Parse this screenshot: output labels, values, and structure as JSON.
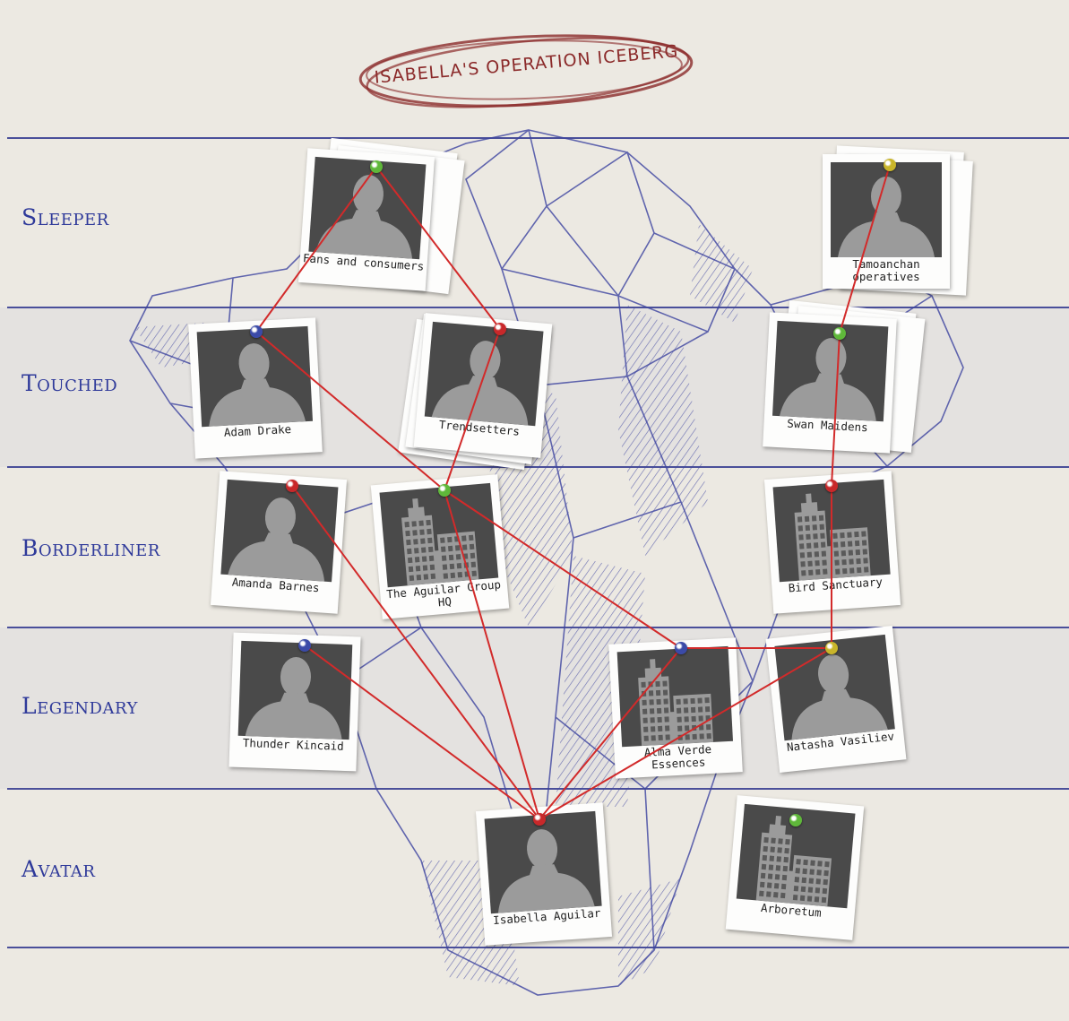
{
  "title": "ISABELLA'S OPERATION ICEBERG",
  "tiers": [
    {
      "label": "Sleeper"
    },
    {
      "label": "Touched"
    },
    {
      "label": "Borderliner"
    },
    {
      "label": "Legendary"
    },
    {
      "label": "Avatar"
    }
  ],
  "colors": {
    "ink_blue": "#2f3a9a",
    "rule_blue": "#4a4f9a",
    "string_red": "#d22a2a",
    "title_red": "#8b2a2a",
    "pin_green": "#5fb83a",
    "pin_red": "#c8282a",
    "pin_blue": "#3b4aa8",
    "pin_yellow": "#c9b52a"
  },
  "cards": [
    {
      "id": "fans",
      "caption": "Fans and consumers",
      "type": "person",
      "pin": "green",
      "tier": "Sleeper"
    },
    {
      "id": "tamoanchan",
      "caption": "Tamoanchan operatives",
      "type": "person",
      "pin": "yellow",
      "tier": "Sleeper"
    },
    {
      "id": "adam",
      "caption": "Adam Drake",
      "type": "person",
      "pin": "blue",
      "tier": "Touched"
    },
    {
      "id": "trendsetters",
      "caption": "Trendsetters",
      "type": "person",
      "pin": "red",
      "tier": "Touched"
    },
    {
      "id": "swan",
      "caption": "Swan Maidens",
      "type": "person",
      "pin": "green",
      "tier": "Touched"
    },
    {
      "id": "amanda",
      "caption": "Amanda Barnes",
      "type": "person",
      "pin": "red",
      "tier": "Borderliner"
    },
    {
      "id": "aguilarhq",
      "caption": "The Aguilar Group HQ",
      "type": "building",
      "pin": "green",
      "tier": "Borderliner"
    },
    {
      "id": "bird",
      "caption": "Bird Sanctuary",
      "type": "building",
      "pin": "red",
      "tier": "Borderliner"
    },
    {
      "id": "thunder",
      "caption": "Thunder Kincaid",
      "type": "person",
      "pin": "blue",
      "tier": "Legendary"
    },
    {
      "id": "alma",
      "caption": "Alma Verde Essences",
      "type": "building",
      "pin": "blue",
      "tier": "Legendary"
    },
    {
      "id": "natasha",
      "caption": "Natasha Vasiliev",
      "type": "person",
      "pin": "yellow",
      "tier": "Legendary"
    },
    {
      "id": "isabella",
      "caption": "Isabella Aguilar",
      "type": "person",
      "pin": "red",
      "tier": "Avatar"
    },
    {
      "id": "arboretum",
      "caption": "Arboretum",
      "type": "building",
      "pin": "green",
      "tier": "Avatar"
    }
  ],
  "connections": [
    [
      "fans",
      "adam"
    ],
    [
      "fans",
      "trendsetters"
    ],
    [
      "adam",
      "aguilarhq"
    ],
    [
      "trendsetters",
      "aguilarhq"
    ],
    [
      "aguilarhq",
      "isabella"
    ],
    [
      "aguilarhq",
      "alma"
    ],
    [
      "amanda",
      "isabella"
    ],
    [
      "thunder",
      "isabella"
    ],
    [
      "alma",
      "isabella"
    ],
    [
      "natasha",
      "isabella"
    ],
    [
      "alma",
      "natasha"
    ],
    [
      "natasha",
      "bird"
    ],
    [
      "bird",
      "swan"
    ],
    [
      "swan",
      "tamoanchan"
    ]
  ]
}
